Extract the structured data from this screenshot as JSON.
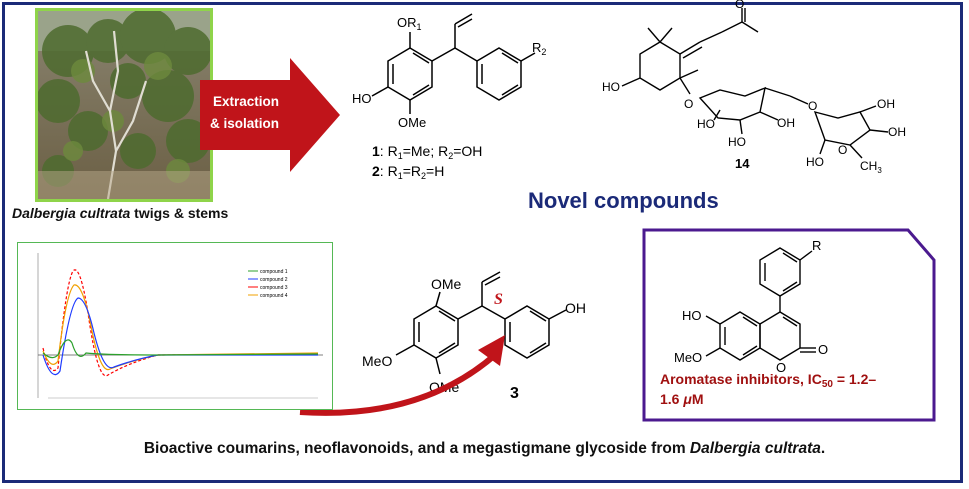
{
  "photo": {
    "caption_species": "Dalbergia cultrata",
    "caption_rest": " twigs & stems"
  },
  "arrow": {
    "line1": "Extraction",
    "line2": "& isolation",
    "color": "#c0141a"
  },
  "compound_12": {
    "substituent_or": "OR",
    "sub_or_index": "1",
    "substituent_r2": "R",
    "sub_r2_index": "2",
    "ho": "HO",
    "ome": "OMe",
    "def1_num": "1",
    "def1_text": ": R",
    "def1_a": "1",
    "def1_b": "=Me; R",
    "def1_c": "2",
    "def1_d": "=OH",
    "def2_num": "2",
    "def2_text": ": R",
    "def2_a": "1",
    "def2_b": "=R",
    "def2_c": "2",
    "def2_d": "=H"
  },
  "compound_14": {
    "number": "14",
    "ho": "HO",
    "oh_labels": [
      "HO",
      "HO",
      "OH",
      "OH",
      "OH",
      "HO",
      "O",
      "O",
      "O",
      "O"
    ],
    "ch3": "CH",
    "ch3_sub": "3"
  },
  "novel_label": "Novel compounds",
  "cd_spectrum": {
    "legend": [
      "compound 1",
      "compound 2",
      "compound 3",
      "compound 4"
    ],
    "colors": [
      "#2ca02c",
      "#1f3cff",
      "#ff0000",
      "#f0a000"
    ]
  },
  "compound_3": {
    "number": "3",
    "ome_top": "OMe",
    "ome_left": "MeO",
    "ome_bottom": "OMe",
    "oh": "OH",
    "stereo": "S"
  },
  "aromatase": {
    "r": "R",
    "ho": "HO",
    "meo": "MeO",
    "o": "O",
    "o_carbonyl": "O",
    "text_line1": "Aromatase inhibitors, IC",
    "text_sub": "50",
    "text_line1_end": " = 1.2–",
    "text_line2": "1.6 ",
    "text_mu": "μ",
    "text_unit": "M",
    "border_color": "#4b1a8f",
    "text_color": "#a01010"
  },
  "footer": {
    "text": "Bioactive coumarins, neoflavonoids, and a megastigmane glycoside from ",
    "species": "Dalbergia cultrata",
    "end": "."
  }
}
